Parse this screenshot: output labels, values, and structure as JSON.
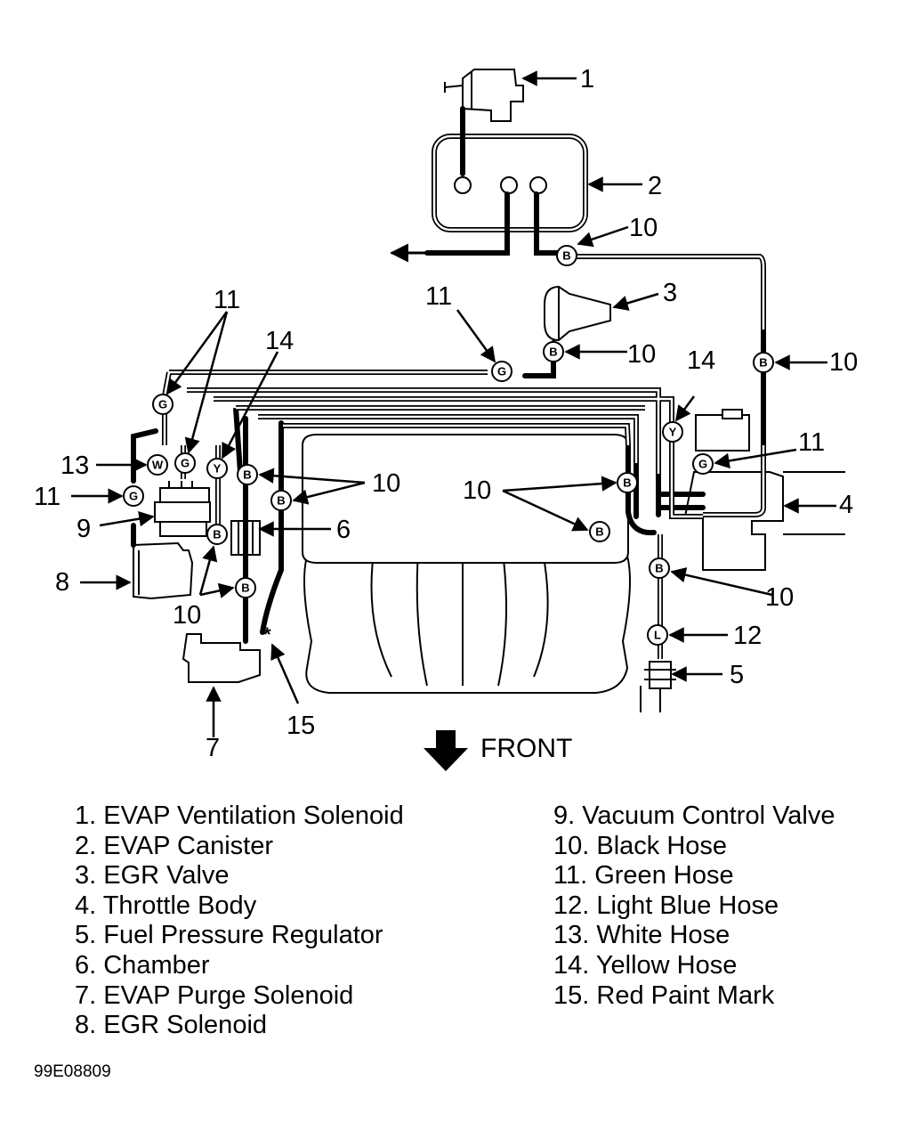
{
  "callouts": {
    "c1": "1",
    "c2": "2",
    "c3": "3",
    "c4": "4",
    "c5": "5",
    "c6": "6",
    "c7": "7",
    "c8": "8",
    "c9": "9",
    "c10": "10",
    "c11": "11",
    "c12": "12",
    "c13": "13",
    "c14": "14",
    "c15": "15"
  },
  "hose_tags": {
    "black": "B",
    "green": "G",
    "yellow": "Y",
    "white": "W",
    "light_blue": "L"
  },
  "paint_mark": "*",
  "front_label": "FRONT",
  "legend_left": [
    "1. EVAP Ventilation Solenoid",
    "2. EVAP Canister",
    "3. EGR Valve",
    "4. Throttle Body",
    "5. Fuel Pressure Regulator",
    "6. Chamber",
    "7. EVAP Purge Solenoid",
    "8. EGR Solenoid"
  ],
  "legend_right": [
    "9. Vacuum Control Valve",
    "10. Black Hose",
    "11. Green Hose",
    "12. Light Blue Hose",
    "13. White Hose",
    "14. Yellow Hose",
    "15. Red Paint Mark"
  ],
  "figure_code": "99E08809"
}
